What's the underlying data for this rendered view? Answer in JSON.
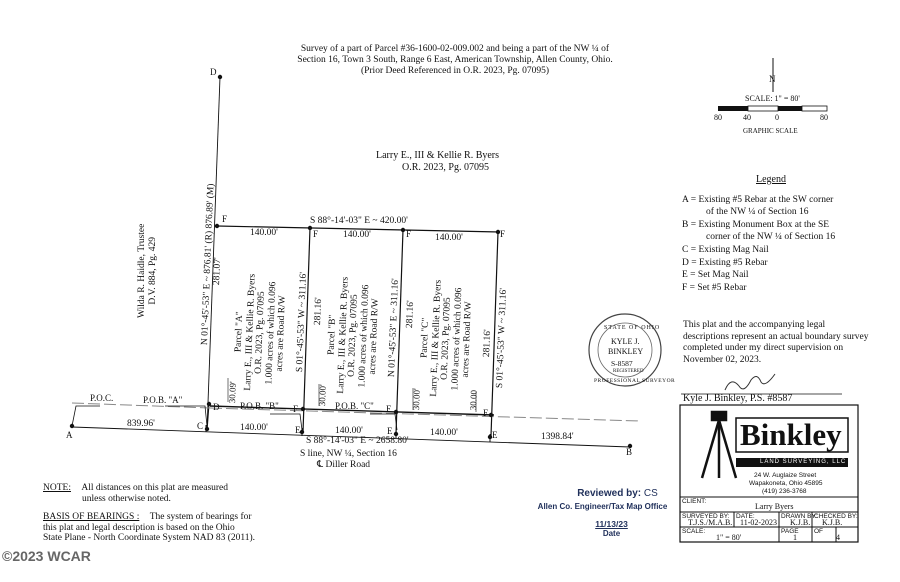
{
  "title": {
    "line1": "Survey of a part of Parcel #36-1600-02-009.002 and being a part of the NW ¼ of",
    "line2": "Section 16, Town 3 South, Range 6 East, American Township, Allen County, Ohio.",
    "line3": "(Prior Deed Referenced in O.R. 2023, Pg. 07095)"
  },
  "owner": {
    "name": "Larry E., III & Kellie R. Byers",
    "ref": "O.R. 2023, Pg. 07095"
  },
  "west_owner": {
    "name": "Wilda R. Haidle, Trustee",
    "ref": "D.V. 884, Pg. 429"
  },
  "scale": {
    "label": "SCALE: 1\" = 80'",
    "ticks": [
      "80",
      "40",
      "0",
      "80"
    ],
    "caption": "GRAPHIC SCALE",
    "north": "N"
  },
  "legend": {
    "title": "Legend",
    "items": [
      "A = Existing #5 Rebar at the SW corner",
      "of the NW ¼ of Section 16",
      "B = Existing Monument Box at the SE",
      "corner of the NW ¼ of Section 16",
      "C = Existing Mag Nail",
      "D = Existing #5 Rebar",
      "E = Set Mag Nail",
      "F = Set #5 Rebar"
    ]
  },
  "statement": "This plat and the accompanying legal descriptions represent an actual boundary survey completed under my direct supervision on November 02, 2023.",
  "seal": {
    "top": "STATE OF OHIO",
    "bottom": "PROFESSIONAL SURVEYOR",
    "name1": "KYLE J.",
    "name2": "BINKLEY",
    "num": "S-8587",
    "reg": "REGISTERED"
  },
  "signature": "Kyle J. Binkley, P.S. #8587",
  "points": {
    "a": "A",
    "b": "B",
    "c": "C",
    "d": "D",
    "e": "E",
    "f": "F"
  },
  "labels": {
    "poc": "P.O.C.",
    "poba": "P.O.B. \"A\"",
    "pobb": "P.O.B. \"B\"",
    "pobc": "P.O.B. \"C\"",
    "top_bearing": "S 88°-14'-03\" E ~ 420.00'",
    "bottom_bearing": "S 88°-14'-03\" E ~ 2658.80'",
    "s_line": "S line, NW ¼, Section 16",
    "road": "℄ Diller Road",
    "w_line": "N 01°-45'-53\" E ~ 876.81' (R) 876.89' (M)",
    "line_b": "S 01°-45'-53\" W ~ 311.16'",
    "line_c": "N 01°-45'-53\" E ~ 311.16'",
    "line_e": "S 01°-45'-53\" W ~ 311.16'",
    "d140": "140.00'",
    "d839": "839.96'",
    "d1398": "1398.84'",
    "d281_07": "281.07'",
    "d281_16": "281.16'",
    "d30_09": "30.09'",
    "d30_00": "30.00'",
    "d30_00b": "30.00"
  },
  "parcels": {
    "a": {
      "name": "Parcel \"A\"",
      "owner": "Larry E., III & Kellie R. Byers",
      "ref": "O.R. 2023, Pg. 07095",
      "acres": "1.000 acres of which 0.096",
      "rw": "acres are Road R/W"
    },
    "b": {
      "name": "Parcel \"B\"",
      "owner": "Larry E., III & Kellie R. Byers",
      "ref": "O.R. 2023, Pg. 07095",
      "acres": "1.000 acres of which 0.096",
      "rw": "acres are Road R/W"
    },
    "c": {
      "name": "Parcel \"C\"",
      "owner": "Larry E., III & Kellie R. Byers",
      "ref": "O.R. 2023, Pg. 07095",
      "acres": "1.000 acres of which 0.096",
      "rw": "acres are Road R/W"
    }
  },
  "notes": {
    "note_label": "NOTE:",
    "note_text": "All distances on this plat are measured",
    "note_text2": "unless otherwise noted.",
    "basis_label": "BASIS OF BEARINGS :",
    "basis_text": "The system of bearings for",
    "basis_text2": "this plat and legal description is based on the Ohio",
    "basis_text3": "State Plane - North Coordinate System NAD 83 (2011)."
  },
  "review": {
    "title": "Reviewed by:",
    "by": "CS",
    "office": "Allen Co. Engineer/Tax Map Office",
    "date": "11/13/23",
    "date_label": "Date"
  },
  "company": {
    "name": "Binkley",
    "sub": "LAND SURVEYING, LLC",
    "addr1": "24 W. Auglaize Street",
    "addr2": "Wapakoneta, Ohio 45895",
    "phone": "(419) 236-3768"
  },
  "titleblock": {
    "client_label": "CLIENT:",
    "client": "Larry Byers",
    "surveyed_label": "SURVEYED BY:",
    "surveyed": "T.J.S./M.A.B.",
    "date_label": "DATE:",
    "date": "11-02-2023",
    "drawn_label": "DRAWN BY:",
    "drawn": "K.J.B.",
    "checked_label": "CHECKED BY:",
    "checked": "K.J.B.",
    "scale_label": "SCALE:",
    "scale": "1\" = 80'",
    "page_label": "PAGE",
    "page": "1",
    "of_label": "OF",
    "of": "4"
  },
  "watermark": "©2023 WCAR"
}
